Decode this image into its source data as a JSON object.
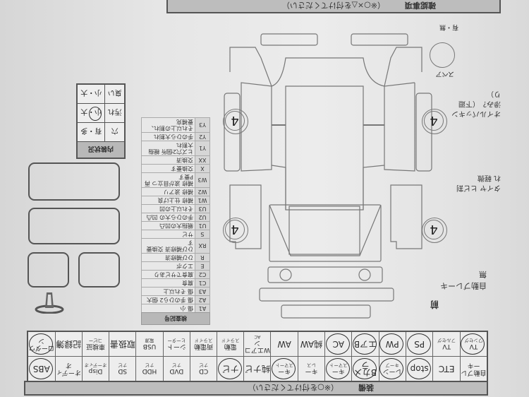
{
  "document": {
    "orientation": "rotated-180",
    "equipment_section": {
      "title": "装備",
      "instruction": "（※○を付けてください）",
      "row1": [
        {
          "label": "自動ブレーキ",
          "circled": false
        },
        {
          "label": "ETC",
          "circled": false
        },
        {
          "label": "stop",
          "circled": true
        },
        {
          "label": "レーン",
          "sub": "キープ",
          "circled": true
        },
        {
          "label": "Bカメラ",
          "circled": true
        },
        {
          "label": "キー",
          "sub": "スマート",
          "circled": true
        },
        {
          "label": "キー",
          "sub": "レス",
          "circled": false
        },
        {
          "label": "キー",
          "sub": "スマート",
          "circled": true
        },
        {
          "label": "純ナビ",
          "circled": false
        },
        {
          "label": "ナビ",
          "circled": true
        },
        {
          "label": "CD",
          "sub": "ナビ",
          "circled": false
        },
        {
          "label": "DVD",
          "sub": "ナビ",
          "circled": false
        },
        {
          "label": "HDD",
          "sub": "ナビ",
          "circled": false
        },
        {
          "label": "SD",
          "sub": "ナビ",
          "circled": false
        },
        {
          "label": "Disp",
          "sub": "オーディオ",
          "circled": false
        },
        {
          "label": "オーディオ",
          "circled": false
        },
        {
          "label": "ABS",
          "circled": true
        }
      ],
      "row2": [
        {
          "label": "TV",
          "sub": "ワンセグ",
          "circled": true
        },
        {
          "label": "TV",
          "sub": "フルセグ",
          "circled": false
        },
        {
          "label": "PS",
          "circled": true
        },
        {
          "label": "PW",
          "circled": true
        },
        {
          "label": "エアB",
          "circled": true
        },
        {
          "label": "AC",
          "circled": true
        },
        {
          "label": "純AW",
          "circled": false
        },
        {
          "label": "AW",
          "circled": false
        },
        {
          "label": "Wエアコン",
          "sub": "AC",
          "circled": false
        },
        {
          "label": "電動",
          "sub": "スライド",
          "circled": false
        },
        {
          "label": "両電動",
          "sub": "スライド",
          "circled": false
        },
        {
          "label": "シート",
          "sub": "ヒーター",
          "circled": false
        },
        {
          "label": "USB",
          "sub": "電源",
          "circled": false
        },
        {
          "label": "取扱書",
          "circled": false
        },
        {
          "label": "車検証",
          "sub": "コピー",
          "circled": false
        },
        {
          "label": "記録簿",
          "circled": false
        },
        {
          "label": "ローダウン",
          "circled": true
        }
      ]
    },
    "confirmation_section": {
      "title": "確認事項",
      "instruction": "（※○×△を付けてください）"
    },
    "spare_tire": {
      "label": "スペア",
      "options": "有・無"
    },
    "legend": {
      "header": "検査記号",
      "codes": [
        {
          "code": "A1",
          "desc": "傷 小"
        },
        {
          "code": "A2",
          "desc": "傷 手のひら2 個大"
        },
        {
          "code": "A3",
          "desc": "傷 それ以上"
        },
        {
          "code": "C1",
          "desc": "腐食"
        },
        {
          "code": "C2",
          "desc": "腐食でサビあり"
        },
        {
          "code": "E",
          "desc": "エクボ"
        },
        {
          "code": "R",
          "desc": "ひび補修済"
        },
        {
          "code": "RX",
          "desc": "ひび補修済 交換要す"
        },
        {
          "code": "S",
          "desc": "サビ"
        },
        {
          "code": "U1",
          "desc": "親指大の凹凸"
        },
        {
          "code": "U2",
          "desc": "手のひら大の 凹凸"
        },
        {
          "code": "U3",
          "desc": "それ以上の凹"
        },
        {
          "code": "W1",
          "desc": "補修 仕上げ良"
        },
        {
          "code": "W2",
          "desc": "補修 波アリ"
        },
        {
          "code": "W3",
          "desc": "補修 波が目立つ 再P要す"
        },
        {
          "code": "X",
          "desc": "交換要す"
        },
        {
          "code": "XX",
          "desc": "交換済"
        },
        {
          "code": "Y1",
          "desc": "ヒズ穴2個所 親指大割れ"
        },
        {
          "code": "Y2",
          "desc": "手のひら大割れ"
        },
        {
          "code": "Y3",
          "desc": "それ以上の割れ、要補充"
        }
      ]
    },
    "interior": {
      "header": "内装状況",
      "rows": [
        {
          "label": "穴",
          "value": "有・多",
          "circled": ""
        },
        {
          "label": "汚れ",
          "value": "小・大",
          "circled": "小"
        },
        {
          "label": "臭い",
          "value": "小・大",
          "circled": ""
        }
      ]
    },
    "tire_marks": [
      "4",
      "4",
      "4",
      "4"
    ],
    "handwritten_notes": {
      "right_upper": "オイルパッキン 滲み？（下廻り）",
      "right_middle": "タイヤ ヒビ割れ 軽微",
      "front_note": "自動ブレーキ 無",
      "front_label": "前"
    }
  }
}
